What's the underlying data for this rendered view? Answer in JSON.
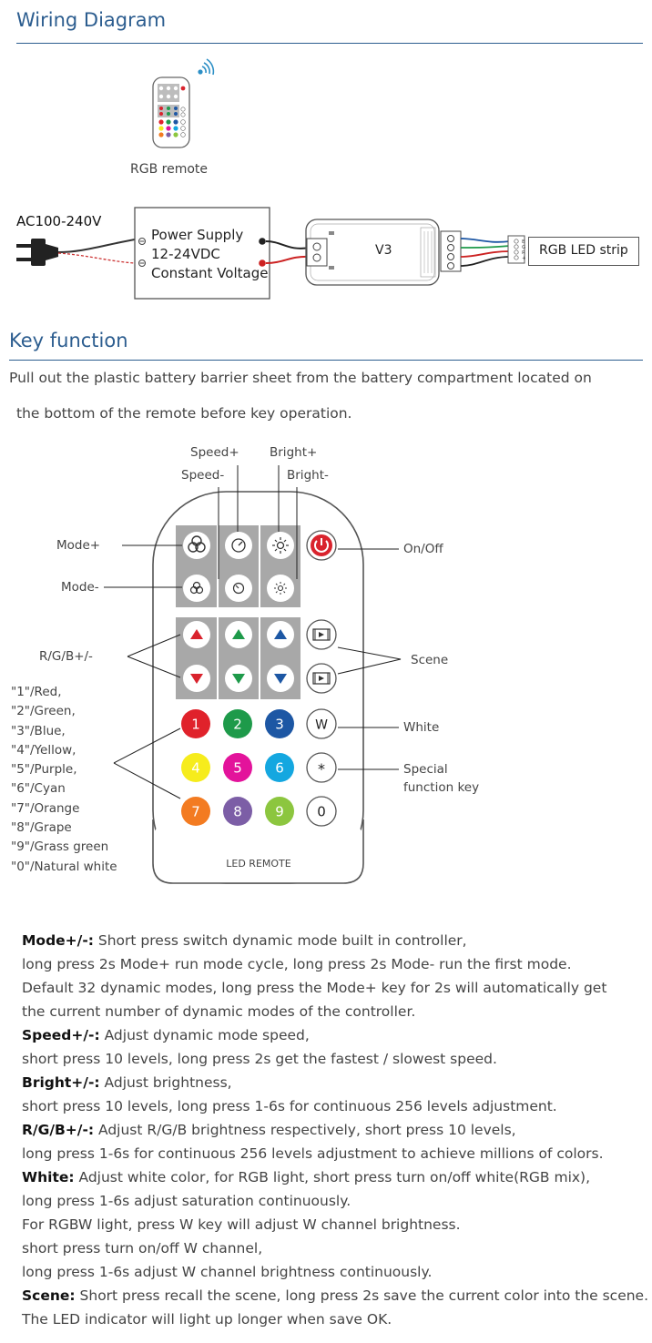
{
  "wiring": {
    "title": "Wiring Diagram",
    "remote_label": "RGB remote",
    "ac_label": "AC100-240V",
    "power_supply": [
      "Power Supply",
      "12-24VDC",
      "Constant Voltage"
    ],
    "controller_label": "V3",
    "strip_label": "RGB LED strip"
  },
  "key_function": {
    "title": "Key function",
    "intro": [
      "Pull out the plastic battery barrier sheet from the battery compartment located on",
      "the bottom of the remote before key operation."
    ]
  },
  "remote_diagram": {
    "labels": {
      "speed_plus": "Speed+",
      "speed_minus": "Speed-",
      "bright_plus": "Bright+",
      "bright_minus": "Bright-",
      "mode_plus": "Mode+",
      "mode_minus": "Mode-",
      "on_off": "On/Off",
      "rgb_pm": "R/G/B+/-",
      "scene": "Scene",
      "white": "White",
      "special": [
        "Special",
        "function key"
      ]
    },
    "number_keys": [
      {
        "digit": "1",
        "color": "#e0222b"
      },
      {
        "digit": "2",
        "color": "#1e9a4a"
      },
      {
        "digit": "3",
        "color": "#1d57a4"
      },
      {
        "digit": "4",
        "color": "#f6ec1c"
      },
      {
        "digit": "5",
        "color": "#e3139b"
      },
      {
        "digit": "6",
        "color": "#14a7e0"
      },
      {
        "digit": "7",
        "color": "#f37b21"
      },
      {
        "digit": "8",
        "color": "#7c5ea6"
      },
      {
        "digit": "9",
        "color": "#8cc63f"
      }
    ],
    "side_keys": {
      "white": "W",
      "special": "*",
      "zero": "0"
    },
    "brand": "LED REMOTE",
    "number_list": [
      "\"1\"/Red,",
      "\"2\"/Green,",
      "\"3\"/Blue,",
      "\"4\"/Yellow,",
      "\"5\"/Purple,",
      "\"6\"/Cyan",
      "\"7\"/Orange",
      "\"8\"/Grape",
      "\"9\"/Grass green",
      "\"0\"/Natural white"
    ],
    "colors": {
      "power": "#d9232d",
      "red": "#d9232d",
      "green": "#1e9a4a",
      "blue": "#1d57a4",
      "key_bg": "#a8a8a8"
    }
  },
  "descriptions": [
    {
      "key": "Mode+/-:",
      "text": " Short press switch dynamic mode built in controller,"
    },
    {
      "key": "",
      "text": "long press 2s Mode+ run mode cycle, long press 2s Mode- run the first mode."
    },
    {
      "key": "",
      "text": "Default 32 dynamic modes, long press the Mode+ key for 2s will automatically get"
    },
    {
      "key": "",
      "text": "the current number of dynamic modes of the controller."
    },
    {
      "key": "Speed+/-:",
      "text": " Adjust dynamic mode speed,"
    },
    {
      "key": "",
      "text": "short press 10 levels, long press 2s get the fastest / slowest speed."
    },
    {
      "key": "Bright+/-:",
      "text": " Adjust brightness,"
    },
    {
      "key": "",
      "text": "short press 10 levels, long press 1-6s for continuous 256 levels adjustment."
    },
    {
      "key": "R/G/B+/-:",
      "text": " Adjust R/G/B brightness respectively, short press 10 levels,"
    },
    {
      "key": "",
      "text": "long press 1-6s for continuous 256 levels adjustment to achieve millions of colors."
    },
    {
      "key": "White:",
      "text": " Adjust white color, for RGB light, short press turn on/off white(RGB mix),"
    },
    {
      "key": "",
      "text": "long press 1-6s adjust saturation continuously."
    },
    {
      "key": "",
      "text": "For RGBW light, press W key will adjust W channel brightness."
    },
    {
      "key": "",
      "text": "short press turn on/off W channel,"
    },
    {
      "key": "",
      "text": "long press 1-6s adjust W channel brightness continuously."
    },
    {
      "key": "Scene:",
      "text": " Short press recall the scene, long press 2s save the current color into the scene."
    },
    {
      "key": "",
      "text": "The LED indicator will light up longer when save OK."
    }
  ]
}
